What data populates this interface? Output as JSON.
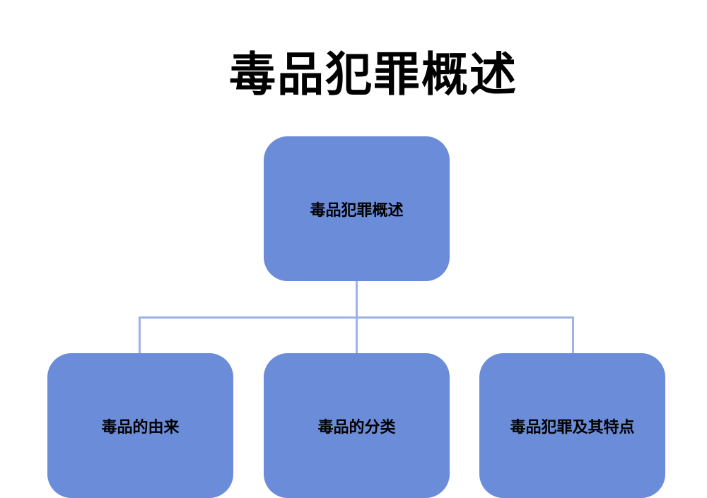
{
  "title": "毒品犯罪概述",
  "diagram": {
    "root": {
      "label": "毒品犯罪概述"
    },
    "children": [
      {
        "label": "毒品的由来"
      },
      {
        "label": "毒品的分类"
      },
      {
        "label": "毒品犯罪及其特点"
      }
    ],
    "colors": {
      "node_fill": "#6b8cd9",
      "connector": "#9db3e3",
      "text": "#000000"
    }
  }
}
